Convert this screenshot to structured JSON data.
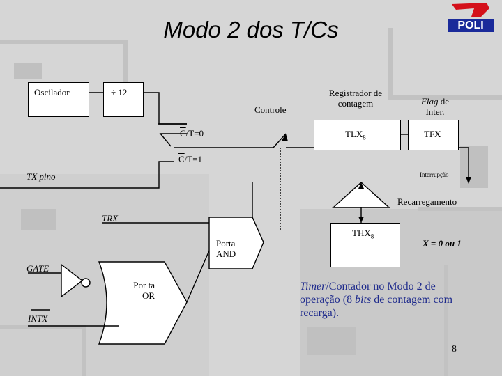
{
  "slide": {
    "title": "Modo 2 dos T/Cs",
    "page_number": "8"
  },
  "logo": {
    "text": "POLI",
    "brand_color": "#d4101a",
    "accent_color": "#1a2a9a"
  },
  "blocks": {
    "oscilador": "Oscilador",
    "divider": "÷ 12",
    "controle": "Controle",
    "registrador": "Registrador de contagem",
    "flag_italic": "Flag",
    "flag_rest": " de Inter.",
    "tlx": "TLX",
    "tlx_sub": "8",
    "tfx": "TFX",
    "thx": "THX",
    "thx_sub": "8",
    "porta_and": "Porta AND",
    "porta_or": "Por ta OR"
  },
  "signals": {
    "ct0_bar": "C",
    "ct0_rest": "/T=0",
    "ct1_bar": "C",
    "ct1_rest": "/T=1",
    "tx_pino": "TX pino",
    "interrupcao": "Interrupção",
    "recarregamento": "Recarregamento",
    "trx": "TRX",
    "gate": "GATE",
    "intx": "INTX",
    "x_value": "X = 0 ou 1"
  },
  "caption": {
    "timer": "Timer",
    "part1": "/Contador no Modo 2 de operação (8 ",
    "bits": "bits",
    "part2": " de contagem com recarga)."
  }
}
